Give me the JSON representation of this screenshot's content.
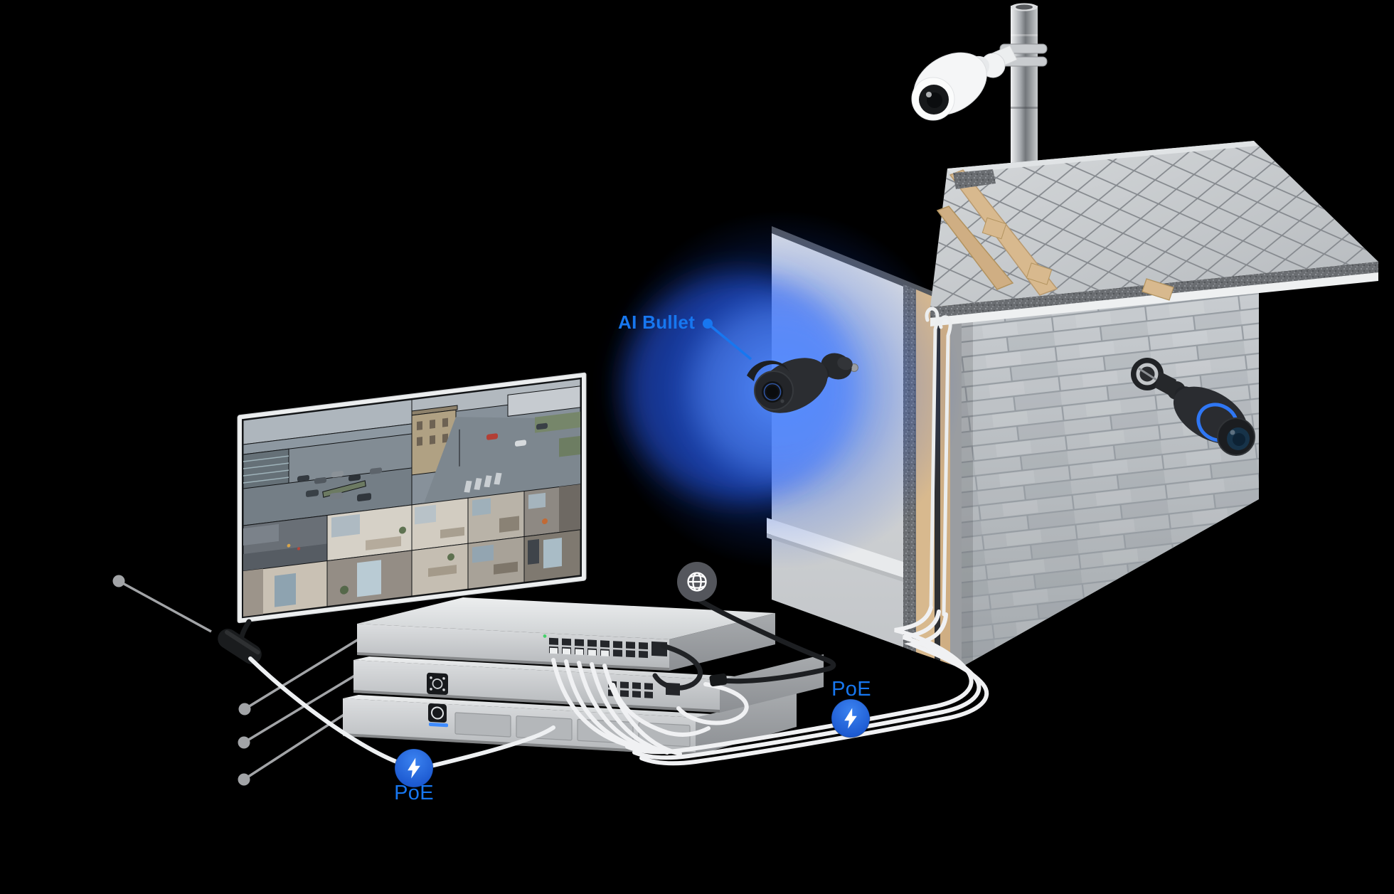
{
  "labels": {
    "ai_bullet": "AI Bullet",
    "poe_rack": "PoE",
    "poe_wall": "PoE"
  },
  "icons": {
    "internet_uplink": "globe-icon",
    "poe_power": "lightning-icon"
  },
  "colors": {
    "background": "#000000",
    "accent_blue": "#1777f0",
    "badge_blue_top": "#3b82f0",
    "badge_blue_bottom": "#1550c9",
    "globe_badge_gray": "#54565c",
    "callout_gray": "#a2a4a7",
    "cable_white": "#f0f1f3",
    "cable_black": "#1d1f22",
    "camera_glow_blue": "#2b6bff"
  }
}
